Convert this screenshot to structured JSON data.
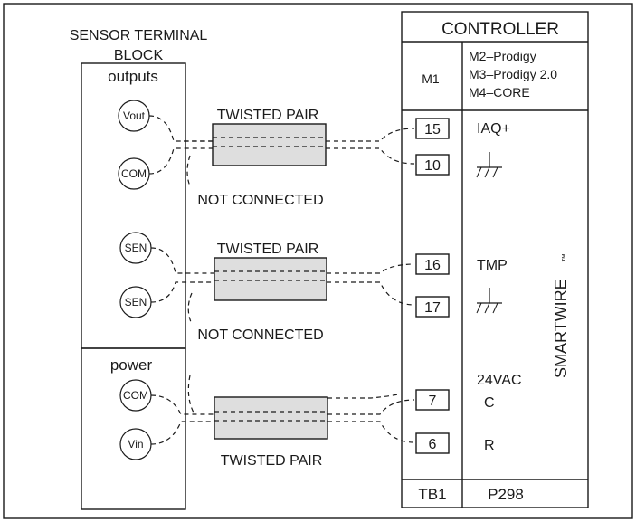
{
  "sensor": {
    "title_line1": "SENSOR TERMINAL",
    "title_line2": "BLOCK",
    "outputs_label": "outputs",
    "power_label": "power",
    "terminals": [
      "Vout",
      "COM",
      "SEN",
      "SEN",
      "COM",
      "Vin"
    ]
  },
  "cables": {
    "top_label": "TWISTED PAIR",
    "middle_label": "TWISTED PAIR",
    "bottom_label": "TWISTED PAIR",
    "nc_top": "NOT CONNECTED",
    "nc_middle": "NOT CONNECTED"
  },
  "controller": {
    "title": "CONTROLLER",
    "m1": "M1",
    "models": [
      "M2–Prodigy",
      "M3–Prodigy 2.0",
      "M4–CORE"
    ],
    "terminals": [
      "15",
      "10",
      "16",
      "17",
      "7",
      "6"
    ],
    "signals": {
      "iaq": "IAQ+",
      "tmp": "TMP",
      "vac": "24VAC",
      "c": "C",
      "r": "R"
    },
    "smartwire": "SMARTWIRE",
    "tm": "™",
    "tb1": "TB1",
    "p298": "P298"
  }
}
